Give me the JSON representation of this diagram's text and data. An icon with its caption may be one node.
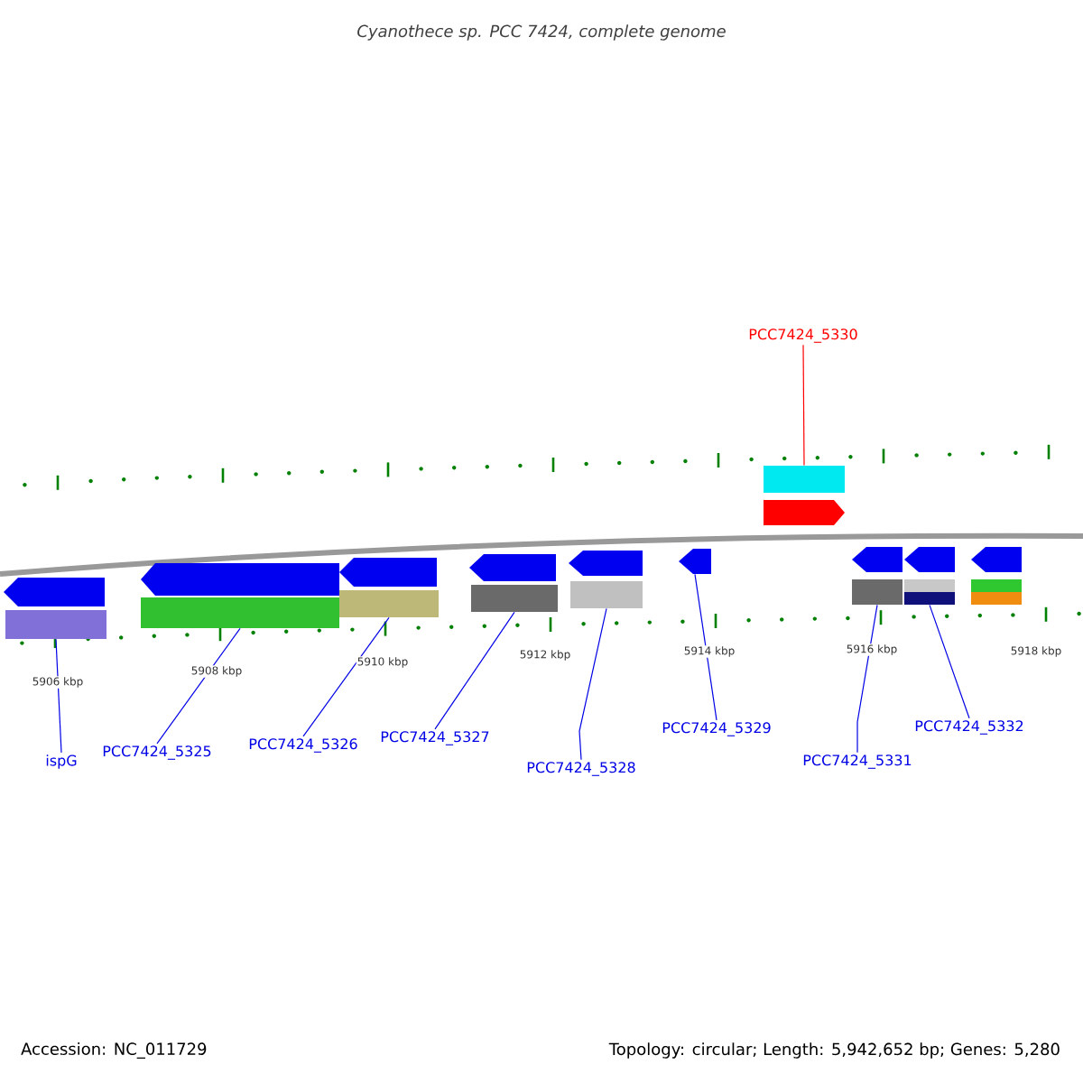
{
  "diagram": {
    "title": "Cyanothece sp. PCC 7424, complete genome",
    "nodes": [
      {
        "text": [
          "ispG"
        ]
      },
      {
        "text": [
          "PCC7424_5325"
        ]
      },
      {
        "text": [
          "PCC7424_5326"
        ]
      },
      {
        "text": [
          "PCC7424_5327"
        ]
      },
      {
        "text": [
          "PCC7424_5328"
        ]
      },
      {
        "text": [
          "PCC7424_5329"
        ]
      },
      {
        "text": [
          "PCC7424_5331"
        ]
      },
      {
        "text": [
          "PCC7424_5332"
        ]
      },
      {
        "text": [
          "PCC7424_5330"
        ]
      },
      {
        "text": [],
        "shape": "bar"
      },
      {
        "text": [],
        "shape": "pentagon"
      },
      {
        "text": [],
        "shape": "pentagon"
      },
      {
        "text": [],
        "shape": "pentagon"
      },
      {
        "text": [],
        "shape": "pentagon"
      },
      {
        "text": [],
        "shape": "pentagon"
      },
      {
        "text": [],
        "shape": "pentagon"
      },
      {
        "text": [],
        "shape": "pentagon"
      },
      {
        "text": [],
        "shape": "pentagon"
      },
      {
        "text": [],
        "shape": "pentagon"
      },
      {
        "text": [],
        "shape": "pentagon"
      },
      {
        "text": [],
        "shape": "bar"
      },
      {
        "text": [],
        "shape": "bar"
      },
      {
        "text": [],
        "shape": "bar"
      },
      {
        "text": [],
        "shape": "bar"
      },
      {
        "text": [],
        "shape": "bar"
      },
      {
        "text": [],
        "shape": "bar"
      },
      {
        "text": [],
        "shape": "bar"
      },
      {
        "text": [],
        "shape": "bar"
      }
    ],
    "edges": [
      {
        "from": 0,
        "to": 20,
        "arrow": "none"
      },
      {
        "from": 1,
        "to": 21,
        "arrow": "none"
      },
      {
        "from": 2,
        "to": 22,
        "arrow": "none"
      },
      {
        "from": 3,
        "to": 23,
        "arrow": "none"
      },
      {
        "from": 4,
        "to": 24,
        "arrow": "none"
      },
      {
        "from": 5,
        "to": 16,
        "arrow": "none"
      },
      {
        "from": 6,
        "to": 25,
        "arrow": "none"
      },
      {
        "from": 7,
        "to": 26,
        "arrow": "none"
      },
      {
        "from": 8,
        "to": 9,
        "arrow": "none",
        "color": "#ff0000"
      }
    ],
    "labels": [
      "5906 kbp",
      "5908 kbp",
      "5910 kbp",
      "5912 kbp",
      "5914 kbp",
      "5916 kbp",
      "5918 kbp",
      "Accession: NC_011729",
      "Topology: circular; Length: 5,942,652 bp; Genes: 5,280"
    ]
  }
}
